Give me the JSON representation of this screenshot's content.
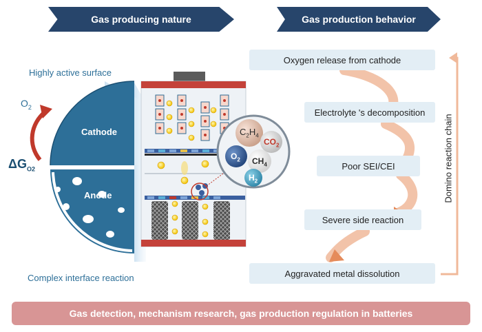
{
  "banners": {
    "left": "Gas producing nature",
    "right": "Gas production behavior"
  },
  "left_panel": {
    "highly_active": "Highly active surface",
    "o2_label": "O",
    "o2_sub": "2",
    "cathode": "Cathode",
    "anode": "Anode",
    "delta_g": "ΔG",
    "delta_g_sub": "O2",
    "complex_interface": "Complex interface reaction"
  },
  "gas_bubbles": {
    "c2h4": "C",
    "c2h4_sub": "2",
    "c2h4_rest": "H",
    "c2h4_sub2": "4",
    "co2": "CO",
    "co2_sub": "2",
    "o2": "O",
    "o2_sub": "2",
    "ch4": "CH",
    "ch4_sub": "4",
    "h2": "H",
    "h2_sub": "2"
  },
  "steps": [
    "Oxygen release from cathode",
    "Electrolyte 's decomposition",
    "Poor SEI/CEI",
    "Severe side reaction",
    "Aggravated metal dissolution"
  ],
  "chain_label": "Domino reaction chain",
  "bottom_bar": "Gas detection, mechanism research, gas production regulation in batteries",
  "colors": {
    "banner": "#27456b",
    "electrode": "#2d6f98",
    "step_box": "#e3eef5",
    "arrow": "#f0b99a",
    "bottom_bar": "#d89595",
    "o2_arrow": "#c0392b"
  }
}
